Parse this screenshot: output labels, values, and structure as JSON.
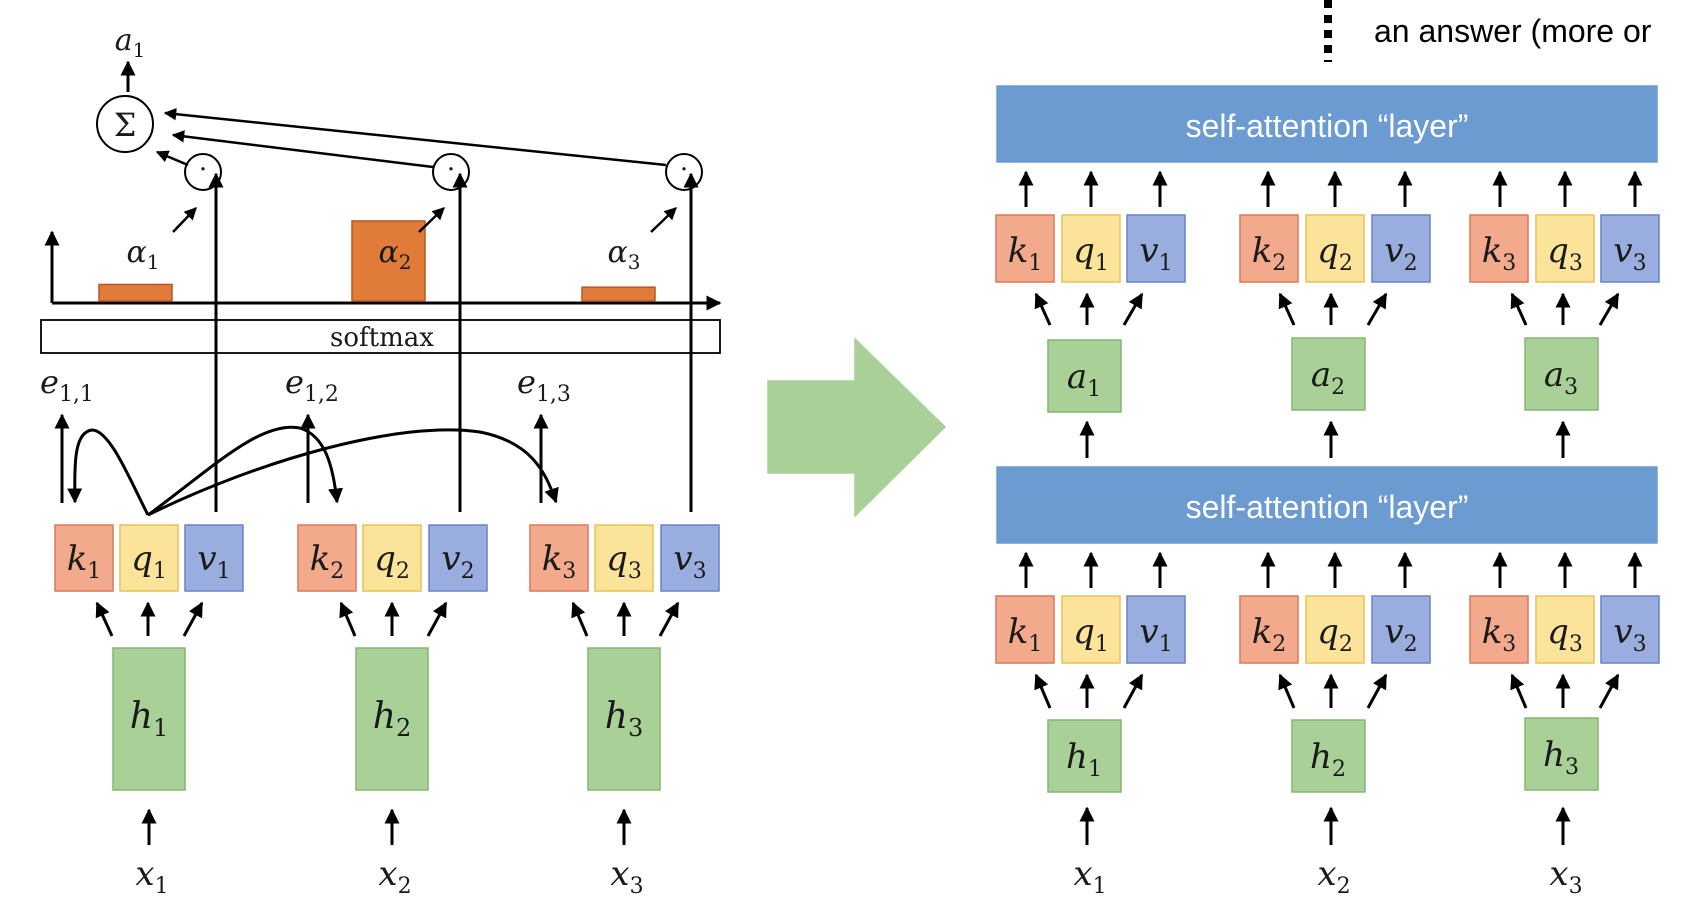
{
  "colors": {
    "key": "#F2A98C",
    "key_stroke": "#D97A57",
    "query": "#FCE39A",
    "query_stroke": "#E8C35A",
    "value": "#9AADDF",
    "value_stroke": "#6A82C6",
    "hidden": "#A9D097",
    "hidden_stroke": "#86B574",
    "alpha_bar": "#E07B39",
    "alpha_bar_stroke": "#B45A22",
    "layer_band": "#6B9BD1",
    "arrow_shape": "#A9D097"
  },
  "left": {
    "output": {
      "base": "a",
      "sub": "1"
    },
    "sum_symbol": "Σ",
    "product_symbol": "·",
    "softmax_label": "softmax",
    "alphas": [
      {
        "base": "α",
        "sub": "1",
        "weight": 0.12
      },
      {
        "base": "α",
        "sub": "2",
        "weight": 0.58
      },
      {
        "base": "α",
        "sub": "3",
        "weight": 0.1
      }
    ],
    "energies": [
      {
        "base": "e",
        "sub": "1,1"
      },
      {
        "base": "e",
        "sub": "1,2"
      },
      {
        "base": "e",
        "sub": "1,3"
      }
    ],
    "tokens": [
      {
        "k": "1",
        "q": "1",
        "v": "1",
        "h": "1",
        "x": "1"
      },
      {
        "k": "2",
        "q": "2",
        "v": "2",
        "h": "2",
        "x": "2"
      },
      {
        "k": "3",
        "q": "3",
        "v": "3",
        "h": "3",
        "x": "3"
      }
    ]
  },
  "right": {
    "caption_fragment": "an answer (more or",
    "layer_label": "self-attention “layer”",
    "top_block": [
      {
        "k": "1",
        "q": "1",
        "v": "1",
        "in_base": "a",
        "in_sub": "1"
      },
      {
        "k": "2",
        "q": "2",
        "v": "2",
        "in_base": "a",
        "in_sub": "2"
      },
      {
        "k": "3",
        "q": "3",
        "v": "3",
        "in_base": "a",
        "in_sub": "3"
      }
    ],
    "bottom_block": [
      {
        "k": "1",
        "q": "1",
        "v": "1",
        "in_base": "h",
        "in_sub": "1"
      },
      {
        "k": "2",
        "q": "2",
        "v": "2",
        "in_base": "h",
        "in_sub": "2"
      },
      {
        "k": "3",
        "q": "3",
        "v": "3",
        "in_base": "h",
        "in_sub": "3"
      }
    ],
    "inputs": [
      {
        "base": "x",
        "sub": "1"
      },
      {
        "base": "x",
        "sub": "2"
      },
      {
        "base": "x",
        "sub": "3"
      }
    ]
  }
}
